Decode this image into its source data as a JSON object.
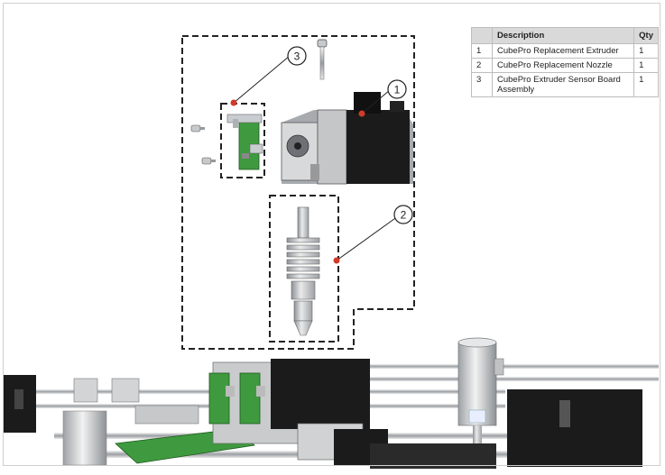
{
  "parts_table": {
    "headers": [
      "",
      "Description",
      "Qty"
    ],
    "rows": [
      {
        "num": "1",
        "description": "CubePro Replacement Extruder",
        "qty": "1"
      },
      {
        "num": "2",
        "description": "CubePro Replacement Nozzle",
        "qty": "1"
      },
      {
        "num": "3",
        "description": "CubePro Extruder Sensor Board Assembly",
        "qty": "1"
      }
    ]
  },
  "callouts": [
    {
      "label": "1",
      "part": "extruder"
    },
    {
      "label": "2",
      "part": "nozzle"
    },
    {
      "label": "3",
      "part": "sensor-board"
    }
  ],
  "colors": {
    "dashed_outline": "#222222",
    "callout_dot": "#d23a2a",
    "motor_black": "#1b1b1b",
    "board_green": "#3f9a3f",
    "metal": "#bfc3c7"
  }
}
